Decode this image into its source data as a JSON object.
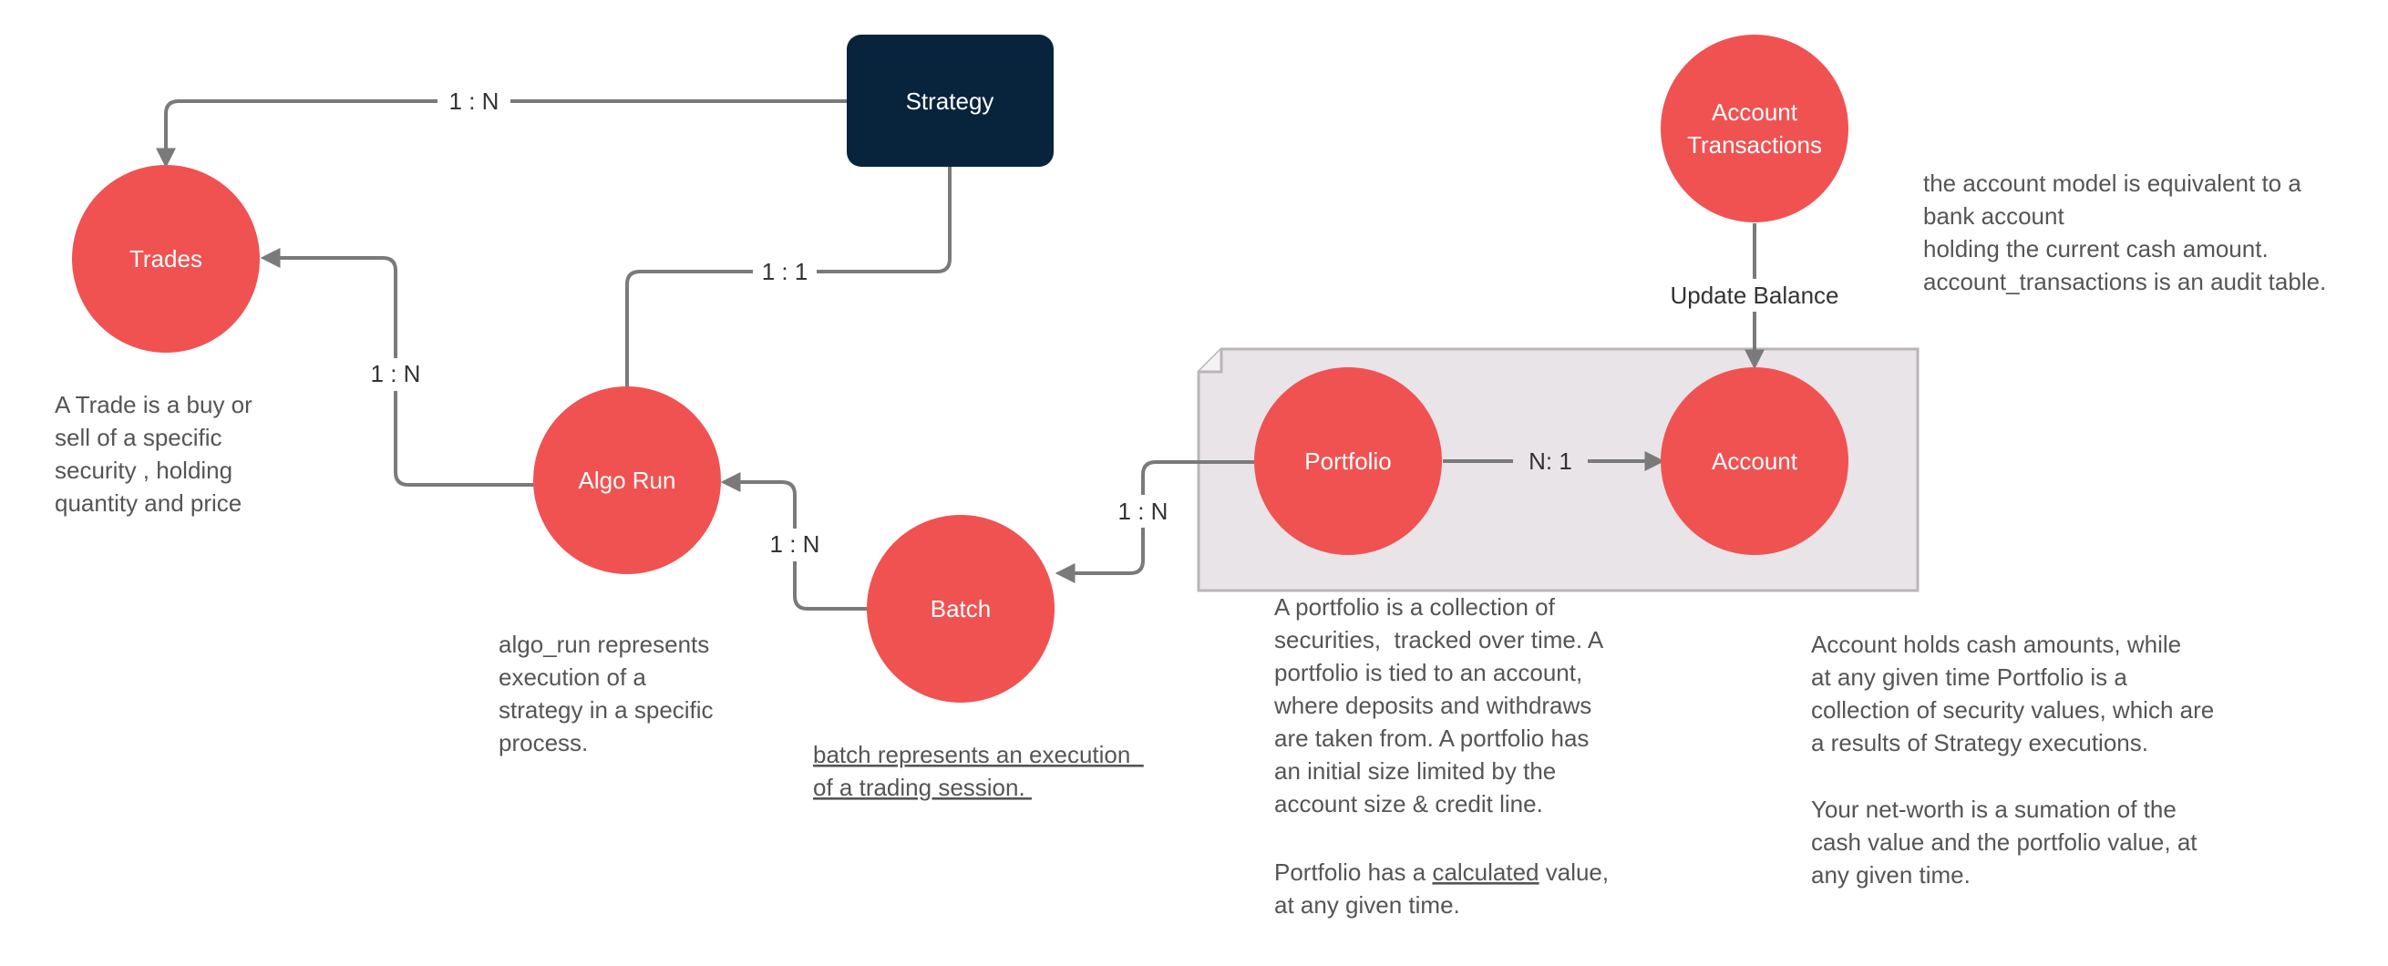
{
  "colors": {
    "node_fill": "#f05252",
    "strategy_fill": "#08243d",
    "edge": "#7a7a7a",
    "group_fill": "#e8e4e8",
    "group_stroke": "#b9b5b9",
    "note_text": "#555555",
    "edge_label_text": "#333333"
  },
  "nodes": {
    "strategy": "Strategy",
    "trades": "Trades",
    "algo_run": "Algo Run",
    "batch": "Batch",
    "portfolio": "Portfolio",
    "account": "Account",
    "account_transactions": [
      "Account",
      "Transactions"
    ]
  },
  "edges": {
    "strategy_trades": "1 : N",
    "strategy_algorun": "1 : 1",
    "algorun_trades": "1 : N",
    "batch_algorun": "1 : N",
    "portfolio_batch": "1 : N",
    "portfolio_account": "N: 1",
    "transactions_account": "Update Balance"
  },
  "notes": {
    "trades": [
      "A Trade is a buy or",
      "sell of a specific",
      "security , holding",
      "quantity and price"
    ],
    "algo_run": [
      "algo_run represents",
      "execution of a",
      "strategy in a specific",
      "process."
    ],
    "batch": [
      "batch represents an execution ",
      "of a trading session. "
    ],
    "portfolio": [
      "A portfolio is a collection of",
      "securities,  tracked over time. A",
      "portfolio is tied to an account,",
      "where deposits and withdraws",
      "are taken from. A portfolio has",
      "an initial size limited by the",
      "account size & credit line."
    ],
    "portfolio_value": {
      "before": "Portfolio has a ",
      "emphasis": "calculated",
      "after": " value,",
      "line2": "at any given time."
    },
    "account_model": [
      "the account model is equivalent to a",
      "bank account",
      "holding the current cash amount.",
      "account_transactions is an audit table."
    ],
    "account_cash": [
      "Account holds cash amounts, while",
      "at any given time Portfolio is a",
      "collection of security values, which are",
      "a results of Strategy executions."
    ],
    "net_worth": [
      "Your net-worth is a sumation of the",
      "cash value and the portfolio value, at",
      "any given time."
    ]
  }
}
